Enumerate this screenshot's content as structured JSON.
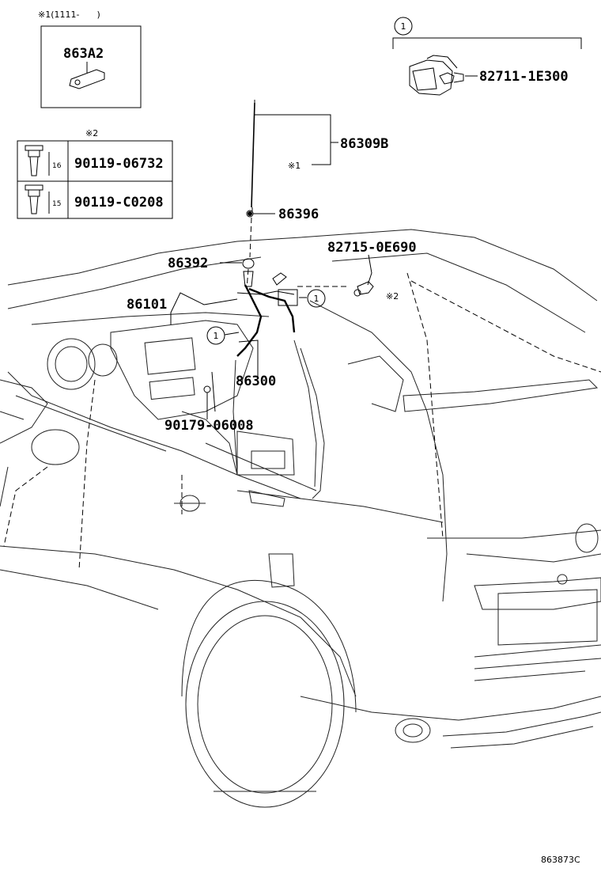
{
  "diagram": {
    "callouts": {
      "863A2": "863A2",
      "86309B": "86309B",
      "86396": "86396",
      "86392": "86392",
      "86101": "86101",
      "86300": "86300",
      "90179_06008": "90179-06008",
      "82715_0E690": "82715-0E690",
      "82711_1E300": "82711-1E300"
    },
    "note1_header": "※1(1111-　　)",
    "note1_mark": "※1",
    "note2_header": "※2",
    "note2_mark": "※2",
    "ref_circle": "1",
    "table": {
      "rows": [
        {
          "length": "16",
          "part": "90119-06732"
        },
        {
          "length": "15",
          "part": "90119-C0208"
        }
      ]
    },
    "footer_code": "863873C"
  }
}
